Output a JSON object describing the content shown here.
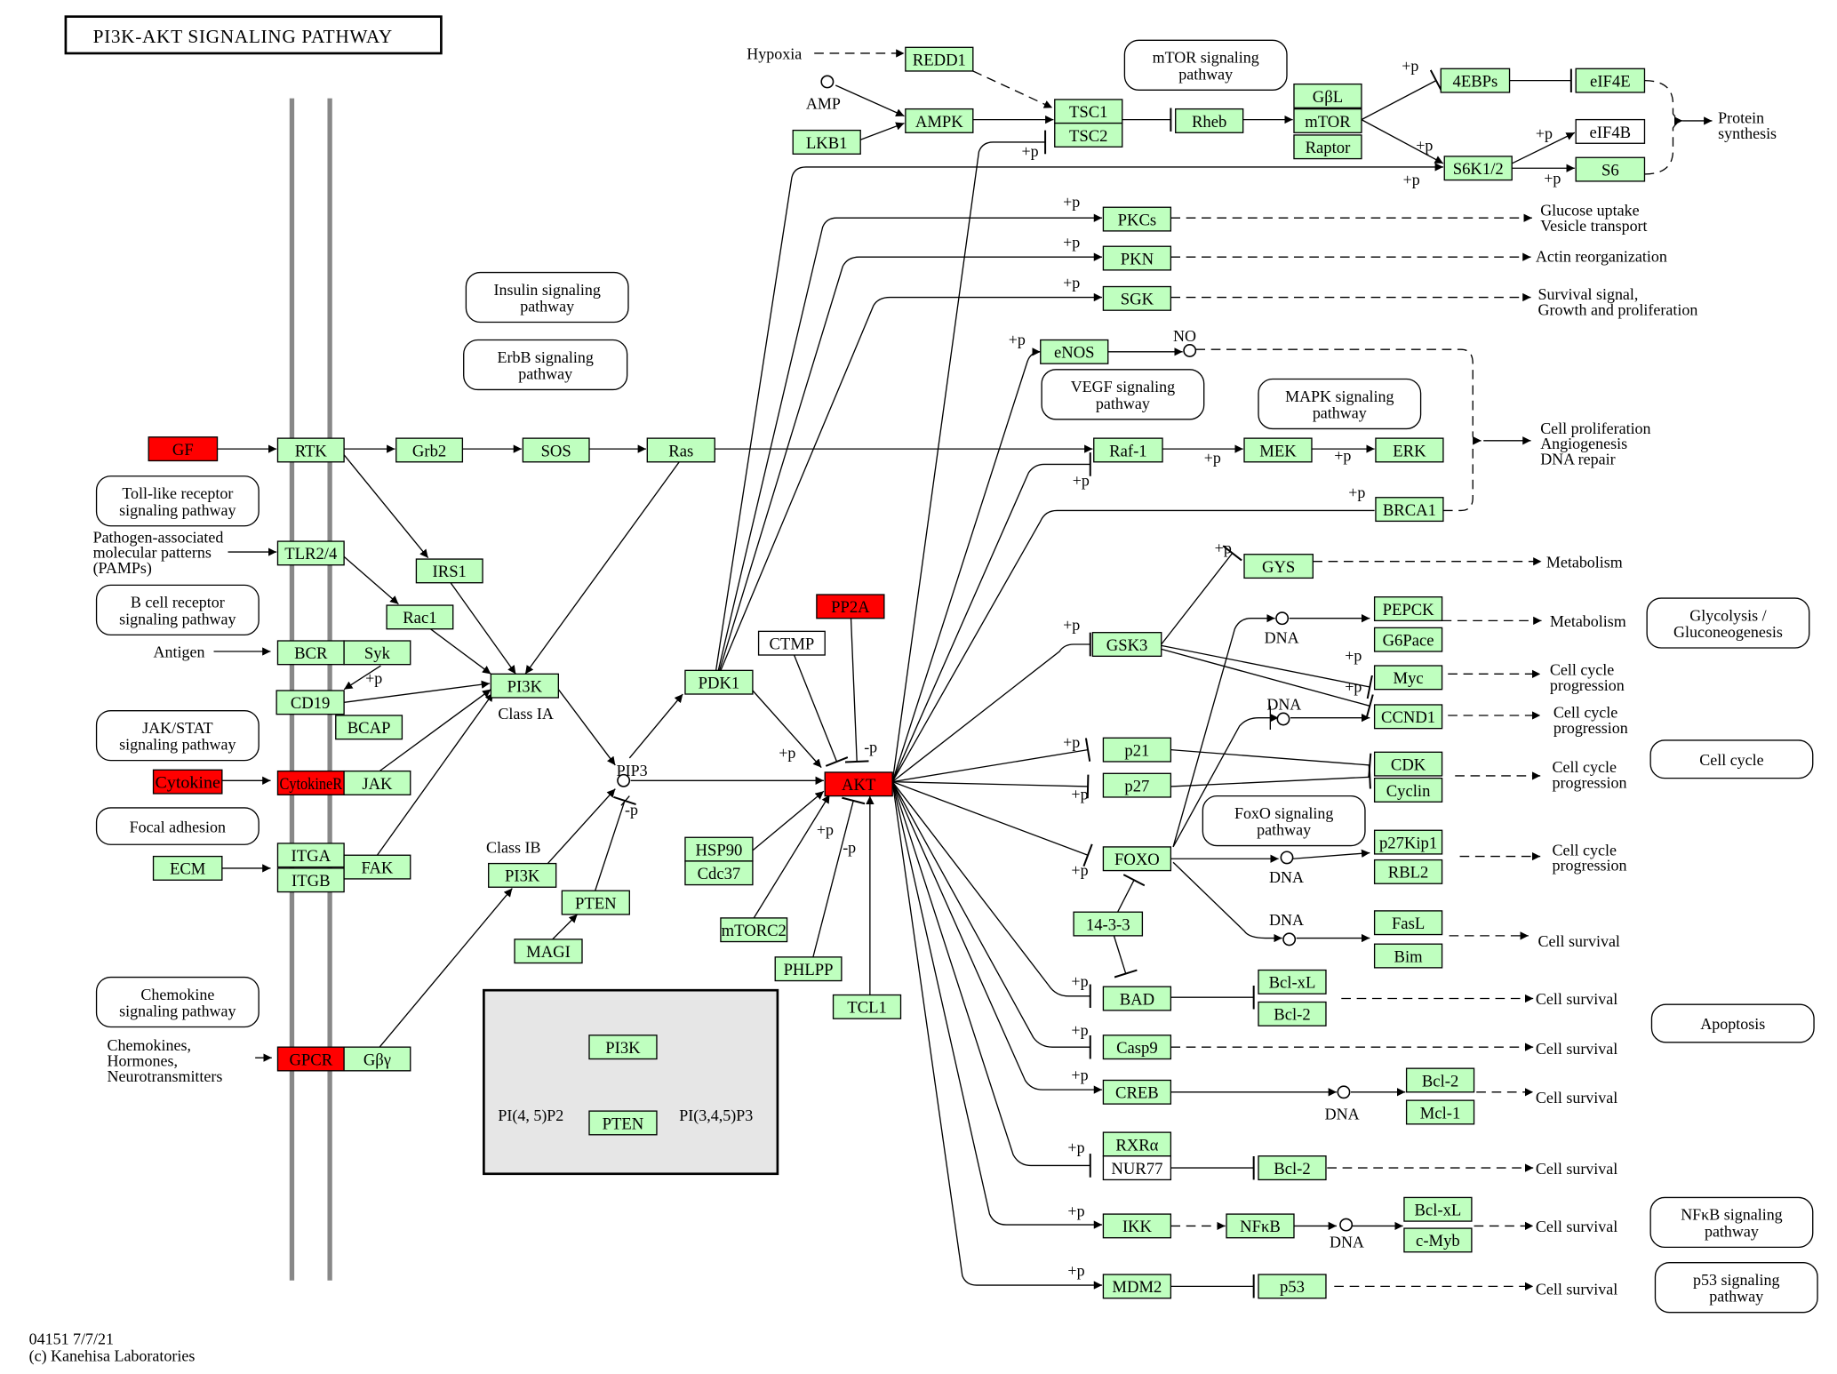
{
  "title": "PI3K-AKT SIGNALING PATHWAY",
  "footer": {
    "map_id_date": "04151 7/7/21",
    "copyright": "(c) Kanehisa Laboratories"
  },
  "colors": {
    "gene_default": "#bfffbf",
    "gene_highlight": "#ff0000",
    "gene_absent": "#ffffff",
    "membrane": "#888888",
    "legend_bg": "#e6e6e6"
  },
  "nodes": {
    "GF": {
      "label": "GF",
      "state": "highlight"
    },
    "RTK": {
      "label": "RTK",
      "state": "default"
    },
    "Grb2": {
      "label": "Grb2",
      "state": "default"
    },
    "SOS": {
      "label": "SOS",
      "state": "default"
    },
    "Ras": {
      "label": "Ras",
      "state": "default"
    },
    "Raf1": {
      "label": "Raf-1",
      "state": "default"
    },
    "MEK": {
      "label": "MEK",
      "state": "default"
    },
    "ERK": {
      "label": "ERK",
      "state": "default"
    },
    "BRCA1": {
      "label": "BRCA1",
      "state": "default"
    },
    "TLR24": {
      "label": "TLR2/4",
      "state": "default"
    },
    "IRS1": {
      "label": "IRS1",
      "state": "default"
    },
    "Rac1": {
      "label": "Rac1",
      "state": "default"
    },
    "BCR": {
      "label": "BCR",
      "state": "default"
    },
    "Syk": {
      "label": "Syk",
      "state": "default"
    },
    "CD19": {
      "label": "CD19",
      "state": "default"
    },
    "BCAP": {
      "label": "BCAP",
      "state": "default"
    },
    "PI3K_IA": {
      "label": "PI3K",
      "state": "default"
    },
    "Cytokine": {
      "label": "Cytokine",
      "state": "highlight"
    },
    "CytokineR": {
      "label": "CytokineR",
      "state": "highlight"
    },
    "JAK": {
      "label": "JAK",
      "state": "default"
    },
    "ECM": {
      "label": "ECM",
      "state": "default"
    },
    "ITGA": {
      "label": "ITGA",
      "state": "default"
    },
    "ITGB": {
      "label": "ITGB",
      "state": "default"
    },
    "FAK": {
      "label": "FAK",
      "state": "default"
    },
    "GPCR": {
      "label": "GPCR",
      "state": "highlight"
    },
    "Gby": {
      "label": "Gβγ",
      "state": "default"
    },
    "PI3K_IB": {
      "label": "PI3K",
      "state": "default"
    },
    "PTEN": {
      "label": "PTEN",
      "state": "default"
    },
    "MAGI": {
      "label": "MAGI",
      "state": "default"
    },
    "PDK1": {
      "label": "PDK1",
      "state": "default"
    },
    "CTMP": {
      "label": "CTMP",
      "state": "absent"
    },
    "PP2A": {
      "label": "PP2A",
      "state": "highlight"
    },
    "AKT": {
      "label": "AKT",
      "state": "highlight"
    },
    "HSP90": {
      "label": "HSP90",
      "state": "default"
    },
    "Cdc37": {
      "label": "Cdc37",
      "state": "default"
    },
    "mTORC2": {
      "label": "mTORC2",
      "state": "default"
    },
    "PHLPP": {
      "label": "PHLPP",
      "state": "default"
    },
    "TCL1": {
      "label": "TCL1",
      "state": "default"
    },
    "REDD1": {
      "label": "REDD1",
      "state": "default"
    },
    "AMPK": {
      "label": "AMPK",
      "state": "default"
    },
    "LKB1": {
      "label": "LKB1",
      "state": "default"
    },
    "TSC1": {
      "label": "TSC1",
      "state": "default"
    },
    "TSC2": {
      "label": "TSC2",
      "state": "default"
    },
    "Rheb": {
      "label": "Rheb",
      "state": "default"
    },
    "GbL": {
      "label": "GβL",
      "state": "default"
    },
    "mTOR": {
      "label": "mTOR",
      "state": "default"
    },
    "Raptor": {
      "label": "Raptor",
      "state": "default"
    },
    "4EBPs": {
      "label": "4EBPs",
      "state": "default"
    },
    "eIF4E": {
      "label": "eIF4E",
      "state": "default"
    },
    "eIF4B": {
      "label": "eIF4B",
      "state": "absent"
    },
    "S6K12": {
      "label": "S6K1/2",
      "state": "default"
    },
    "S6": {
      "label": "S6",
      "state": "default"
    },
    "PKCs": {
      "label": "PKCs",
      "state": "default"
    },
    "PKN": {
      "label": "PKN",
      "state": "default"
    },
    "SGK": {
      "label": "SGK",
      "state": "default"
    },
    "eNOS": {
      "label": "eNOS",
      "state": "default"
    },
    "GYS": {
      "label": "GYS",
      "state": "default"
    },
    "GSK3": {
      "label": "GSK3",
      "state": "default"
    },
    "PEPCK": {
      "label": "PEPCK",
      "state": "default"
    },
    "G6Pace": {
      "label": "G6Pace",
      "state": "default"
    },
    "Myc": {
      "label": "Myc",
      "state": "default"
    },
    "CCND1": {
      "label": "CCND1",
      "state": "default"
    },
    "p21": {
      "label": "p21",
      "state": "default"
    },
    "p27": {
      "label": "p27",
      "state": "default"
    },
    "CDK": {
      "label": "CDK",
      "state": "default"
    },
    "Cyclin": {
      "label": "Cyclin",
      "state": "default"
    },
    "FOXO": {
      "label": "FOXO",
      "state": "default"
    },
    "p27Kip1": {
      "label": "p27Kip1",
      "state": "default"
    },
    "RBL2": {
      "label": "RBL2",
      "state": "default"
    },
    "1433": {
      "label": "14-3-3",
      "state": "default"
    },
    "FasL": {
      "label": "FasL",
      "state": "default"
    },
    "Bim": {
      "label": "Bim",
      "state": "default"
    },
    "BAD": {
      "label": "BAD",
      "state": "default"
    },
    "BclxL_1": {
      "label": "Bcl-xL",
      "state": "default"
    },
    "Bcl2_1": {
      "label": "Bcl-2",
      "state": "default"
    },
    "Casp9": {
      "label": "Casp9",
      "state": "default"
    },
    "CREB": {
      "label": "CREB",
      "state": "default"
    },
    "Bcl2_2": {
      "label": "Bcl-2",
      "state": "default"
    },
    "Mcl1": {
      "label": "Mcl-1",
      "state": "default"
    },
    "RXRa": {
      "label": "RXRα",
      "state": "default"
    },
    "NUR77": {
      "label": "NUR77",
      "state": "absent"
    },
    "Bcl2_3": {
      "label": "Bcl-2",
      "state": "default"
    },
    "IKK": {
      "label": "IKK",
      "state": "default"
    },
    "NFkB": {
      "label": "NFκB",
      "state": "default"
    },
    "BclxL_2": {
      "label": "Bcl-xL",
      "state": "default"
    },
    "cMyb": {
      "label": "c-Myb",
      "state": "default"
    },
    "MDM2": {
      "label": "MDM2",
      "state": "default"
    },
    "p53": {
      "label": "p53",
      "state": "default"
    },
    "L_PI3K": {
      "label": "PI3K",
      "state": "default"
    },
    "L_PTEN": {
      "label": "PTEN",
      "state": "default"
    }
  },
  "maps": {
    "insulin": [
      "Insulin signaling",
      "pathway"
    ],
    "erbb": [
      "ErbB signaling",
      "pathway"
    ],
    "tlr": [
      "Toll-like receptor",
      "signaling pathway"
    ],
    "bcr": [
      "B cell receptor",
      "signaling pathway"
    ],
    "jakstat": [
      "JAK/STAT",
      "signaling pathway"
    ],
    "focal": [
      "Focal adhesion"
    ],
    "chemokine": [
      "Chemokine",
      "signaling pathway"
    ],
    "mtor": [
      "mTOR signaling",
      "pathway"
    ],
    "vegf": [
      "VEGF signaling",
      "pathway"
    ],
    "mapk": [
      "MAPK signaling",
      "pathway"
    ],
    "foxo": [
      "FoxO signaling",
      "pathway"
    ],
    "glycolysis": [
      "Glycolysis /",
      "Gluconeogenesis"
    ],
    "cellcycle": [
      "Cell cycle"
    ],
    "apoptosis": [
      "Apoptosis"
    ],
    "nfkb": [
      "NFκB signaling",
      "pathway"
    ],
    "p53": [
      "p53 signaling",
      "pathway"
    ]
  },
  "labels": {
    "pamps": [
      "Pathogen-associated",
      "molecular patterns",
      "(PAMPs)"
    ],
    "antigen": [
      "Antigen"
    ],
    "chemokines": [
      "Chemokines,",
      "Hormones,",
      "Neurotransmitters"
    ],
    "class_ia": [
      "Class IA"
    ],
    "class_ib": [
      "Class IB"
    ],
    "pip3": [
      "PIP3"
    ],
    "hypoxia": [
      "Hypoxia"
    ],
    "amp": [
      "AMP"
    ],
    "no": [
      "NO"
    ],
    "protein_synthesis": [
      "Protein",
      "synthesis"
    ],
    "glucose": [
      "Glucose uptake",
      "Vesicle transport"
    ],
    "actin": [
      "Actin reorganization"
    ],
    "survival_growth": [
      "Survival signal,",
      "Growth and proliferation"
    ],
    "cell_prolif": [
      "Cell proliferation",
      "Angiogenesis",
      "DNA repair"
    ],
    "metabolism1": [
      "Metabolism"
    ],
    "metabolism2": [
      "Metabolism"
    ],
    "ccp1": [
      "Cell cycle",
      "progression"
    ],
    "ccp2": [
      "Cell cycle",
      "progression"
    ],
    "ccp3": [
      "Cell cycle",
      "progression"
    ],
    "ccp4": [
      "Cell cycle",
      "progression"
    ],
    "cs1": [
      "Cell survival"
    ],
    "cs2": [
      "Cell survival"
    ],
    "cs3": [
      "Cell survival"
    ],
    "cs4": [
      "Cell survival"
    ],
    "cs5": [
      "Cell survival"
    ],
    "cs6": [
      "Cell survival"
    ],
    "cs7": [
      "Cell survival"
    ],
    "dna1": [
      "DNA"
    ],
    "dna2": [
      "DNA"
    ],
    "dna3": [
      "DNA"
    ],
    "dna4": [
      "DNA"
    ],
    "dna5": [
      "DNA"
    ],
    "dna6": [
      "DNA"
    ],
    "pip2_legend": [
      "PI(4, 5)P2"
    ],
    "pip3_legend": [
      "PI(3,4,5)P3"
    ]
  },
  "annotations": {
    "plus_p": "+p",
    "minus_p": "-p"
  }
}
